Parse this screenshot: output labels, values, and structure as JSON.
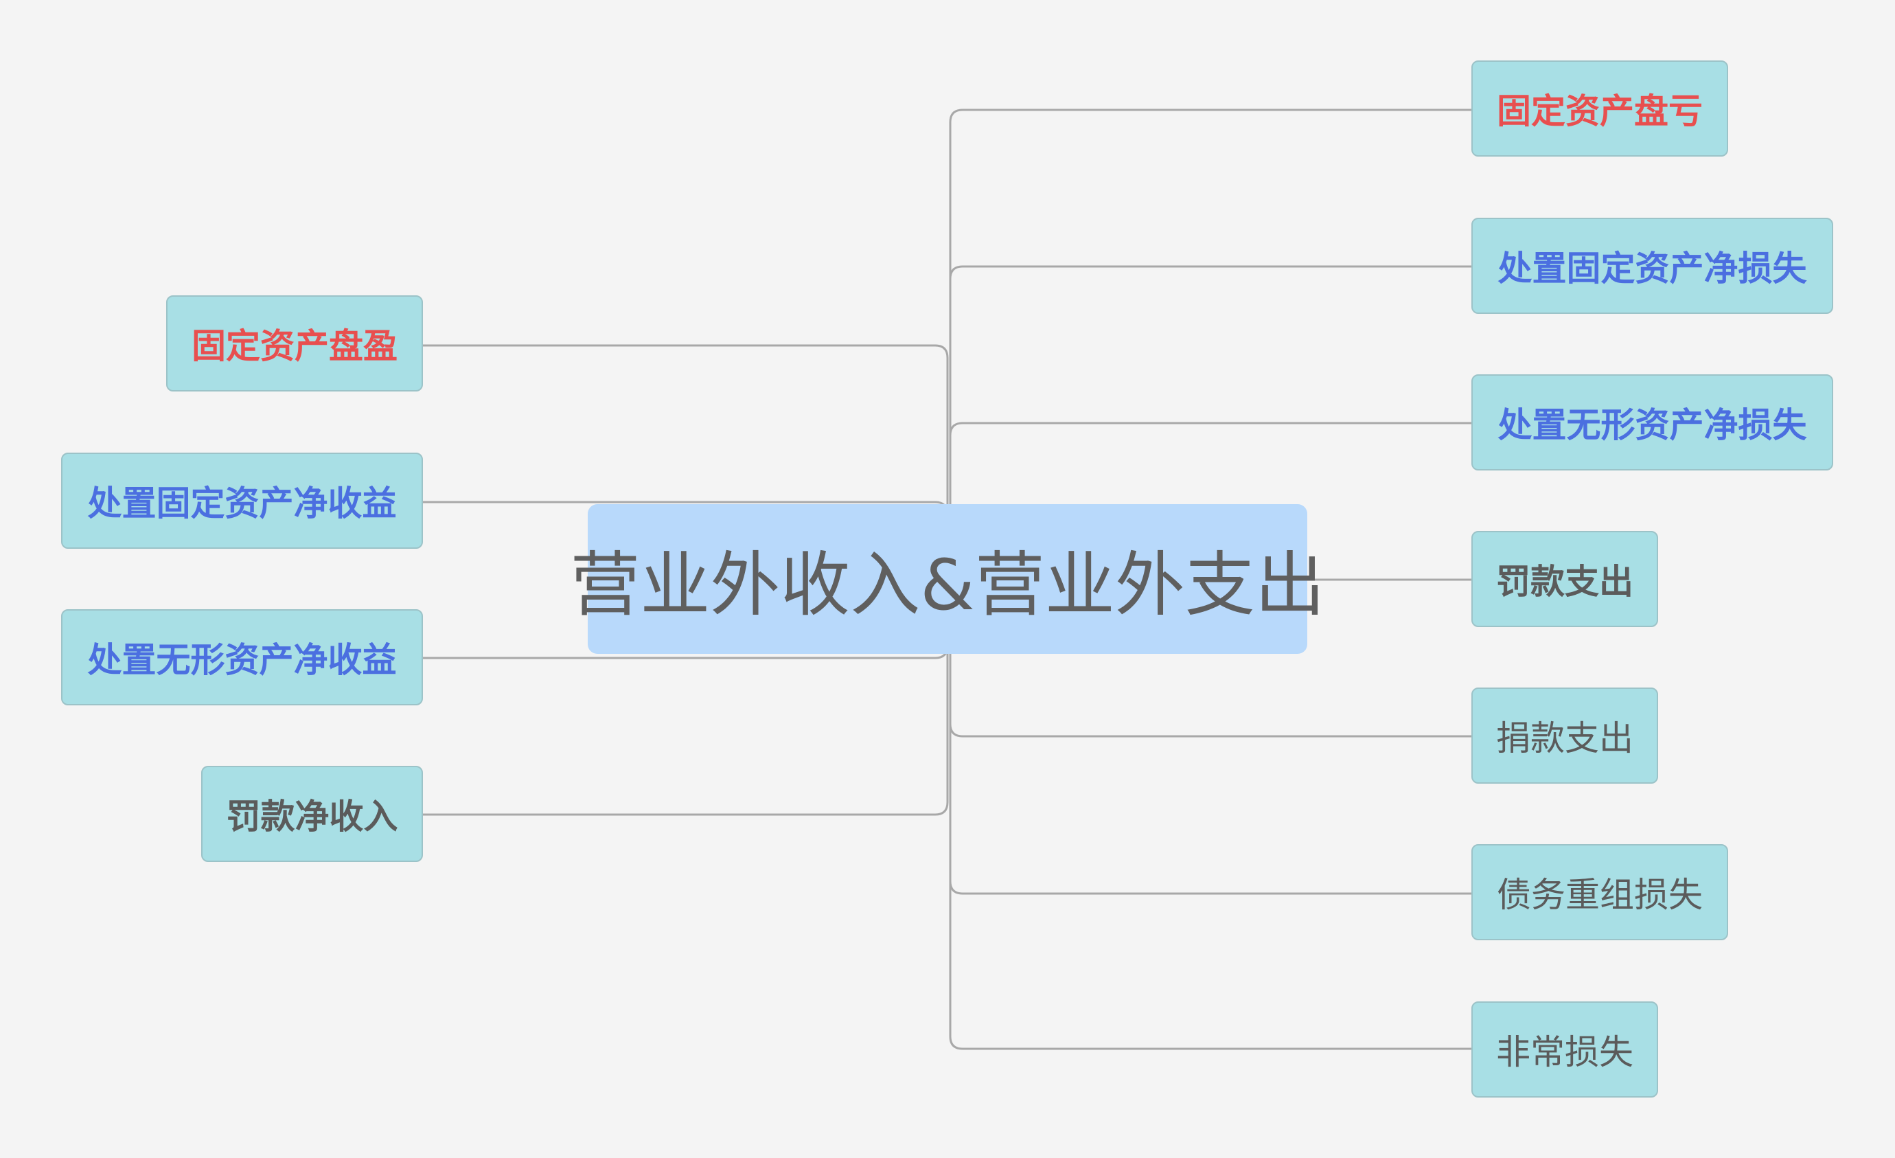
{
  "central_topic": "营业外收入&营业外支出",
  "colors": {
    "background": "#f4f4f4",
    "central_fill": "#b8d9fb",
    "node_fill": "#a8dfe5",
    "connector": "#a8a8a8",
    "text_red": "#e84f4f",
    "text_blue": "#4b6fe0",
    "text_gray": "#5b5b5b"
  },
  "left_branches": [
    {
      "label": "固定资产盘盈",
      "color": "red",
      "bold": true
    },
    {
      "label": "处置固定资产净收益",
      "color": "blue",
      "bold": true
    },
    {
      "label": "处置无形资产净收益",
      "color": "blue",
      "bold": true
    },
    {
      "label": "罚款净收入",
      "color": "gray",
      "bold": true
    }
  ],
  "right_branches": [
    {
      "label": "固定资产盘亏",
      "color": "red",
      "bold": true
    },
    {
      "label": "处置固定资产净损失",
      "color": "blue",
      "bold": true
    },
    {
      "label": "处置无形资产净损失",
      "color": "blue",
      "bold": true
    },
    {
      "label": "罚款支出",
      "color": "gray",
      "bold": true
    },
    {
      "label": "捐款支出",
      "color": "gray",
      "bold": false
    },
    {
      "label": "债务重组损失",
      "color": "gray",
      "bold": false
    },
    {
      "label": "非常损失",
      "color": "gray",
      "bold": false
    }
  ]
}
